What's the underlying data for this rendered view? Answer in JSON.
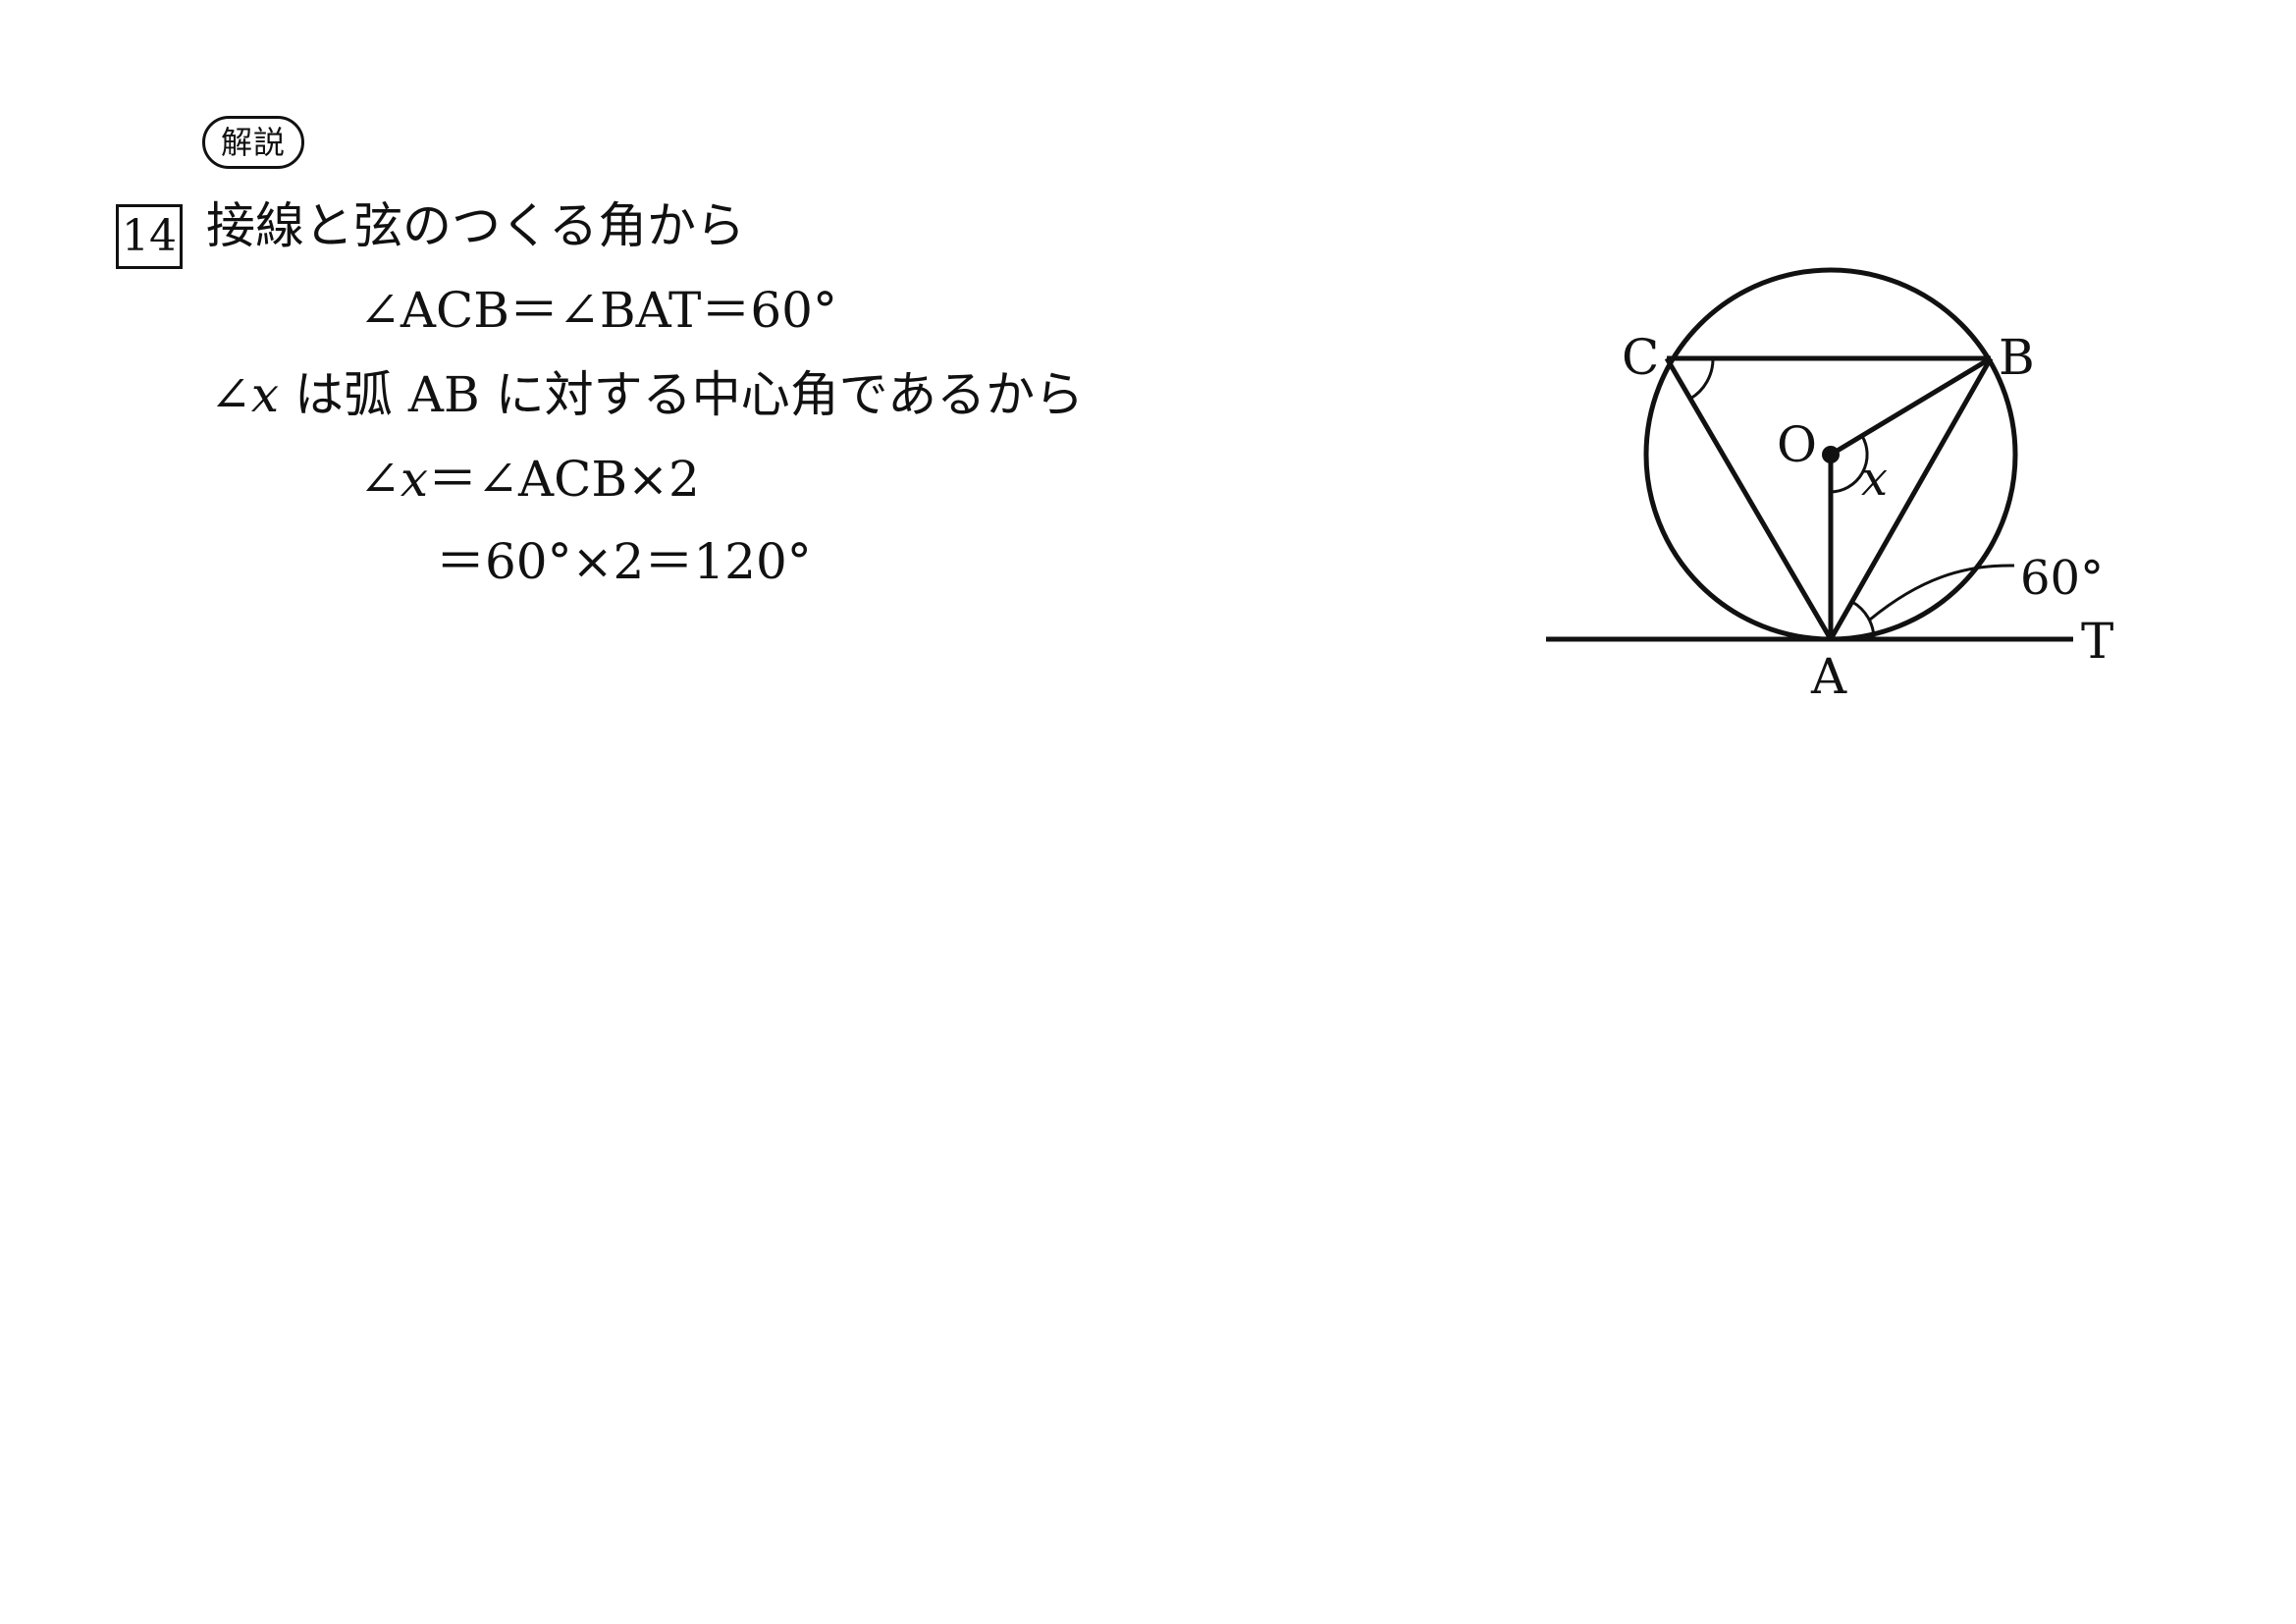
{
  "header": {
    "badge": "解説",
    "question_number": "14"
  },
  "solution": {
    "line1": "接線と弦のつくる角から",
    "line2": "∠ACB＝∠BAT＝60°",
    "line3_angle": "∠",
    "line3_var": "x",
    "line3_rest": "は弧 AB に対する中心角であるから",
    "line4_angle": "∠",
    "line4_var": "x",
    "line4_rest": "＝∠ACB×2",
    "line5": "＝60°×2＝120°"
  },
  "figure": {
    "label_c": "C",
    "label_b": "B",
    "label_o": "O",
    "label_x": "x",
    "label_angle": "60°",
    "label_a": "A",
    "label_t": "T"
  }
}
